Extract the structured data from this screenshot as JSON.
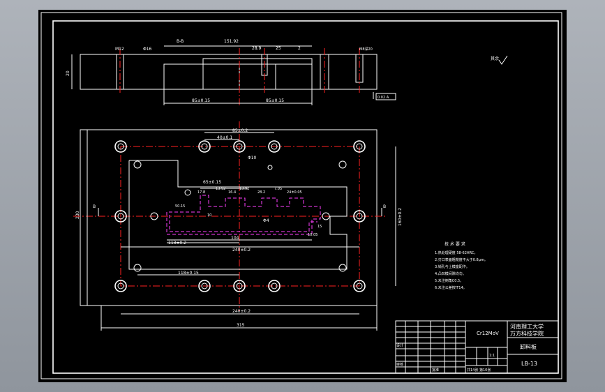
{
  "section": {
    "label": "B-B",
    "dim_top_1": "151.92",
    "dim_top_2": "28.9",
    "dim_top_3": "25",
    "dim_top_4": "2",
    "dim_left_1": "M12",
    "dim_left_2": "Φ16",
    "dim_left_3": "20",
    "dim_bot_left": "85±0.15",
    "dim_bot_right": "85±0.15",
    "hole_note": "M8深20",
    "flatness": "0.02 A",
    "roughness_general": "其余"
  },
  "plan": {
    "dim_top_outer": "85±0.2",
    "dim_top_inner": "40±0.1",
    "dim_center_hole": "Φ10",
    "dim_left_outer": "230",
    "dim_right_outer": "160±0.2",
    "dim_slot": "65±0.15",
    "dim_a": "17.8",
    "dim_b": "13.92",
    "dim_c": "16.4",
    "dim_d": "13.92",
    "dim_e": "7.05",
    "dim_f": "28.2",
    "dim_g": "24±0.05",
    "dim_h": "50.15",
    "dim_i": "10",
    "dim_j": "104",
    "dim_k": "15",
    "dim_l": "10.05",
    "dim_bottom_1": "113±0.2",
    "dim_bottom_2": "240±0.2",
    "dim_bottom_3": "118±0.15",
    "dim_bottom_4": "240±0.2",
    "dim_bottom_5": "315",
    "section_mark": "B",
    "center_mark": "Φ4"
  },
  "tech_req": {
    "title": "技 术 要 求",
    "items": [
      "1.热处理硬度 58-62HRC。",
      "2.刃口表面粗糙度不大于0.8μm。",
      "3.销孔与上模座配作。",
      "4.凸凹模间隙均匀。",
      "5.未注倒角C0.5。",
      "6.未注公差按IT14。"
    ]
  },
  "title_block": {
    "material": "Cr12MoV",
    "school_1": "河南理工大学",
    "school_2": "万方科技学院",
    "part_name": "卸料板",
    "drawing_no": "LB-13",
    "scale": "1:1",
    "sheets": "共14张 第10张",
    "row_designer": "设计",
    "row_check": "审核",
    "row_approve": "批准"
  }
}
